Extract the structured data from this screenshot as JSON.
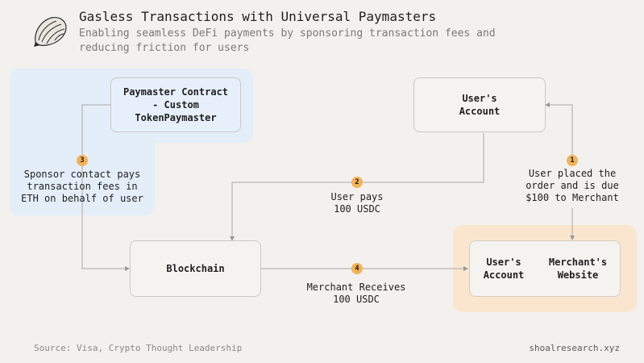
{
  "header": {
    "title": "Gasless Transactions with Universal Paymasters",
    "subtitle": "Enabling seamless DeFi payments by sponsoring transaction fees and reducing friction for users",
    "logo_icon": "seashell-logo-icon"
  },
  "nodes": {
    "paymaster": "Paymaster Contract - Custom TokenPaymaster",
    "user_account_top": "User's Account",
    "blockchain": "Blockchain",
    "user_account_inner": "User's Account",
    "merchant_website": "Merchant's Website"
  },
  "steps": [
    {
      "number": "1",
      "text": "User placed the order and is due $100 to Merchant"
    },
    {
      "number": "2",
      "text": "User pays 100 USDC"
    },
    {
      "number": "3",
      "text": "Sponsor contact pays transaction fees in ETH on behalf of user"
    },
    {
      "number": "4",
      "text": "Merchant Receives 100 USDC"
    }
  ],
  "footer": {
    "source": "Source: Visa, Crypto Thought Leadership",
    "brand": "shoalresearch.xyz"
  },
  "colors": {
    "blue_panel": "#e3eef9",
    "orange_panel": "#fae6cf",
    "badge": "#f3b25a"
  }
}
